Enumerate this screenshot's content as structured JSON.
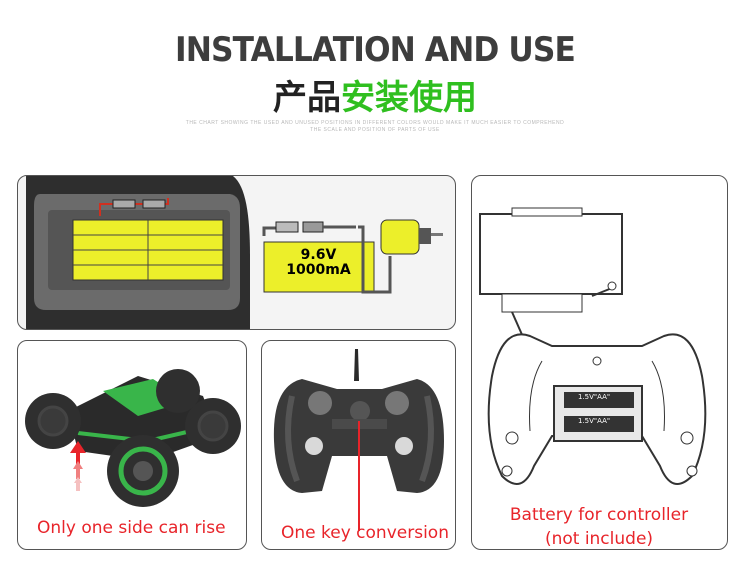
{
  "header": {
    "title": "INSTALLATION AND USE",
    "subtitle_part1": "产品",
    "subtitle_part2": "安装使用",
    "fine_print": "THE CHART SHOWING THE USED AND UNUSED POSITIONS IN DIFFERENT COLORS WOULD MAKE IT MUCH EASIER TO COMPREHEND THE SCALE AND POSITION OF PARTS OF USE"
  },
  "panels": {
    "battery_pack": {
      "voltage": "9.6V",
      "capacity": "1000mA"
    },
    "rise": {
      "caption": "Only one side can rise"
    },
    "conversion": {
      "caption": "One key conversion"
    },
    "controller": {
      "caption_line1": "Battery for controller",
      "caption_line2": "(not include)",
      "cell_label": "1.5V\"AA\""
    }
  },
  "colors": {
    "accent_green": "#2fbf1f",
    "caption_red": "#e8242a",
    "battery_yellow": "#ecef2a"
  }
}
